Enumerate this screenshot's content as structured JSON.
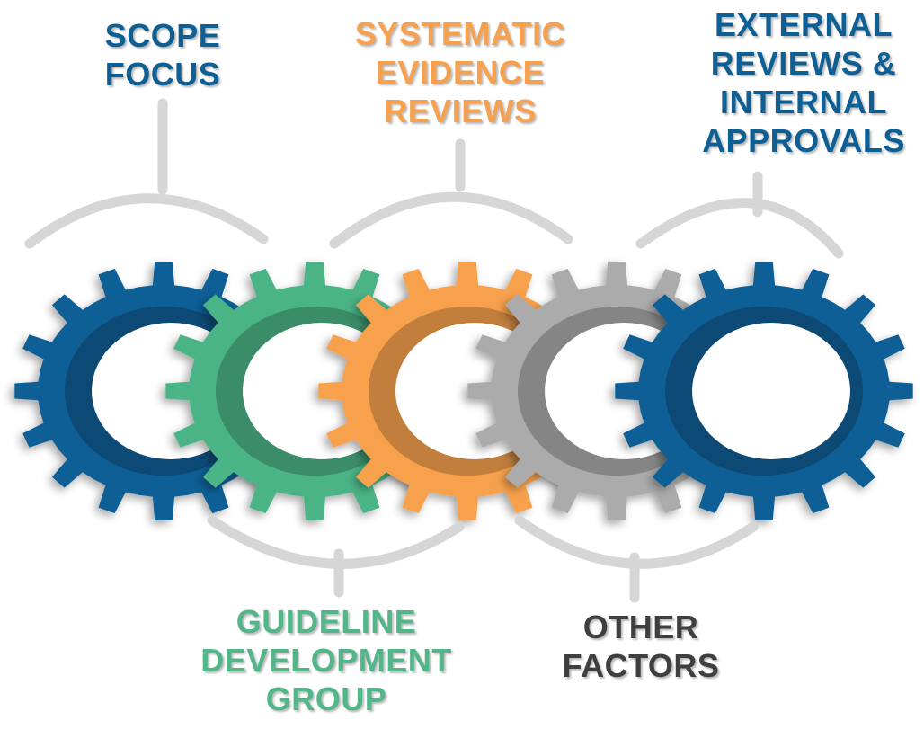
{
  "colors": {
    "blue": "#0b5e96",
    "green": "#4bb487",
    "orange": "#f7a14e",
    "gray": "#ababab",
    "connector": "#d6d6d6",
    "label_blue": "#0e5f94",
    "label_green": "#52b689",
    "label_orange": "#f5a14f",
    "label_gray": "#3f3f3f"
  },
  "labels": {
    "scope_focus": [
      "SCOPE",
      "FOCUS"
    ],
    "systematic_evidence_reviews": [
      "SYSTEMATIC",
      "EVIDENCE",
      "REVIEWS"
    ],
    "external_reviews": [
      "EXTERNAL",
      "REVIEWS &",
      "INTERNAL",
      "APPROVALS"
    ],
    "guideline_development_group": [
      "GUIDELINE",
      "DEVELOPMENT",
      "GROUP"
    ],
    "other_factors": [
      "OTHER",
      "FACTORS"
    ]
  },
  "gears": [
    {
      "name": "gear-scope-focus",
      "color_key": "blue"
    },
    {
      "name": "gear-guideline-development-group",
      "color_key": "green"
    },
    {
      "name": "gear-systematic-evidence-reviews",
      "color_key": "orange"
    },
    {
      "name": "gear-other-factors",
      "color_key": "gray"
    },
    {
      "name": "gear-external-reviews",
      "color_key": "blue"
    }
  ]
}
